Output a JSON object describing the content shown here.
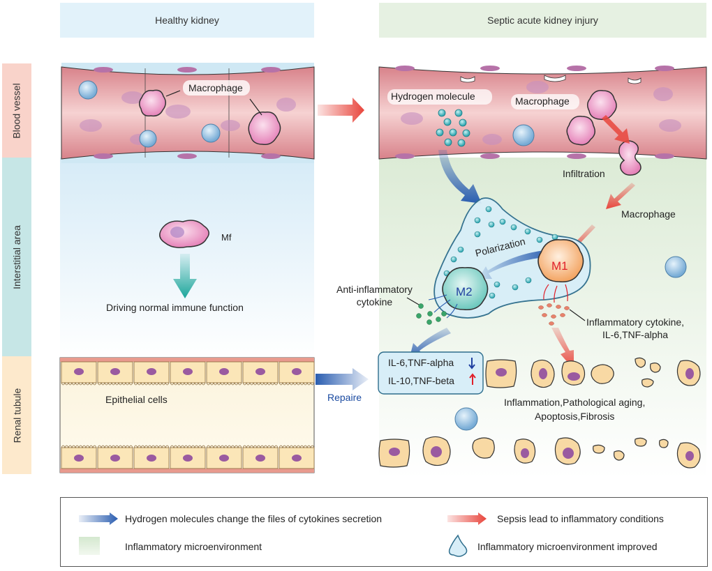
{
  "headers": {
    "healthy": "Healthy kidney",
    "septic": "Septic acute kidney injury"
  },
  "regions": [
    {
      "label": "Blood vessel",
      "color": "#f9d3ca"
    },
    {
      "label": "Interstitial area",
      "color": "#c6e6e6"
    },
    {
      "label": "Renal tubule",
      "color": "#fde9cc"
    }
  ],
  "healthy": {
    "macrophage_label": "Macrophage",
    "mf_label": "Mf",
    "immune_label": "Driving normal immune function",
    "epithelial_label": "Epithelial cells"
  },
  "septic": {
    "hydrogen_label": "Hydrogen molecule",
    "macrophage_label_vessel": "Macrophage",
    "infiltration_label": "Infiltration",
    "macrophage_label_interstitial": "Macrophage",
    "polarization_label": "Polarization",
    "m1_label": "M1",
    "m2_label": "M2",
    "anti_inflammatory_label_line1": "Anti-inflammatory",
    "anti_inflammatory_label_line2": "cytokine",
    "inflammatory_label_line1": "Inflammatory cytokine,",
    "inflammatory_label_line2": "IL-6,TNF-alpha",
    "cytokine_box": {
      "line1": "IL-6,TNF-alpha",
      "line1_trend": "down",
      "line2": "IL-10,TNF-beta",
      "line2_trend": "up"
    },
    "repair_label": "Repaire",
    "damage_label_line1": "Inflammation,Pathological aging,",
    "damage_label_line2": "Apoptosis,Fibrosis"
  },
  "legend": {
    "items": [
      {
        "icon": "blue-gradient-arrow",
        "label": "Hydrogen molecules change the files of cytokines secretion"
      },
      {
        "icon": "red-gradient-arrow",
        "label": "Sepsis lead to inflammatory conditions"
      },
      {
        "icon": "green-square",
        "label": "Inflammatory microenvironment"
      },
      {
        "icon": "blue-blob",
        "label": "Inflammatory microenvironment improved"
      }
    ]
  },
  "colors": {
    "blue_arrow": "#2a5db0",
    "red_arrow": "#e8453c",
    "teal_arrow": "#1aa59a",
    "m1_text": "#e0202a",
    "m2_text": "#2040a0",
    "repair_text": "#1a4aa0"
  }
}
